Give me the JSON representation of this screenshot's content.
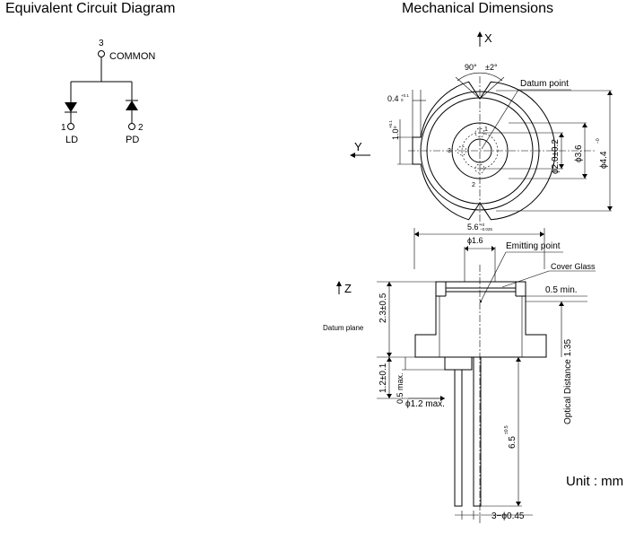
{
  "titles": {
    "circuit": "Equivalent Circuit Diagram",
    "mechanical": "Mechanical Dimensions"
  },
  "circuit": {
    "pin3_number": "3",
    "pin3_label": "COMMON",
    "pin1_number": "1",
    "pin1_label": "LD",
    "pin2_number": "2",
    "pin2_label": "PD"
  },
  "axes": {
    "x": "X",
    "y": "Y",
    "z": "Z"
  },
  "top_view": {
    "angle_main": "90°",
    "angle_tol": "±2°",
    "datum_point": "Datum point",
    "notch_width": "0.4",
    "notch_width_tol_upper": "+0.1",
    "notch_width_tol_lower": "0",
    "notch_depth": "1.0",
    "notch_depth_tol_upper": "+0.1",
    "notch_depth_tol_lower": "0",
    "pin_label_1": "1",
    "pin_label_2": "2",
    "pin_label_3": "3",
    "dim_pin_circle": "ϕ2.0±0.2",
    "dim_cap": "ϕ3.6",
    "dim_flange": "ϕ4.4",
    "dim_flange_tol": "−0",
    "dim_width": "5.6",
    "dim_width_tol_upper": "+0",
    "dim_width_tol_lower": "−0.025"
  },
  "side_view": {
    "window_dia": "ϕ1.6",
    "emitting_point": "Emitting point",
    "cover_glass": "Cover Glass",
    "min_05": "0.5 min.",
    "cap_height": "2.3±0.5",
    "datum_plane": "Datum plane",
    "optical_distance": "Optical Distance 1.35",
    "base_thickness": "1.2±0.1",
    "stub_height": "0.5 max.",
    "stub_dia": "ϕ1.2 max.",
    "lead_length": "6.5",
    "lead_length_tol": "±0.5",
    "lead_dia": "3−ϕ0.45"
  },
  "unit": "Unit : mm"
}
